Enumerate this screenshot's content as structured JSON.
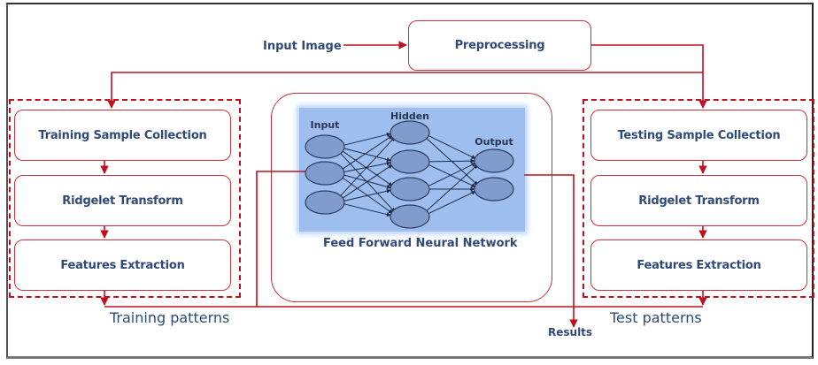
{
  "diagram": {
    "title": "Feed Forward Neural Network based classification pipeline",
    "input_label": "Input Image",
    "preprocessing": "Preprocessing",
    "training_group": {
      "steps": [
        "Training Sample Collection",
        "Ridgelet Transform",
        "Features Extraction"
      ],
      "output_label": "Training patterns"
    },
    "testing_group": {
      "steps": [
        "Testing Sample Collection",
        "Ridgelet Transform",
        "Features Extraction"
      ],
      "output_label": "Test patterns"
    },
    "network": {
      "caption": "Feed Forward Neural Network",
      "layers": [
        {
          "name": "Input",
          "nodes": 3
        },
        {
          "name": "Hidden",
          "nodes": 4
        },
        {
          "name": "Output",
          "nodes": 2
        }
      ]
    },
    "results_label": "Results",
    "colors": {
      "arrow": "#c0101e",
      "box_border": "#c8323c",
      "text": "#2f4a78",
      "nn_panel": "#9ebef0",
      "neuron": "#7f9ccc"
    }
  }
}
